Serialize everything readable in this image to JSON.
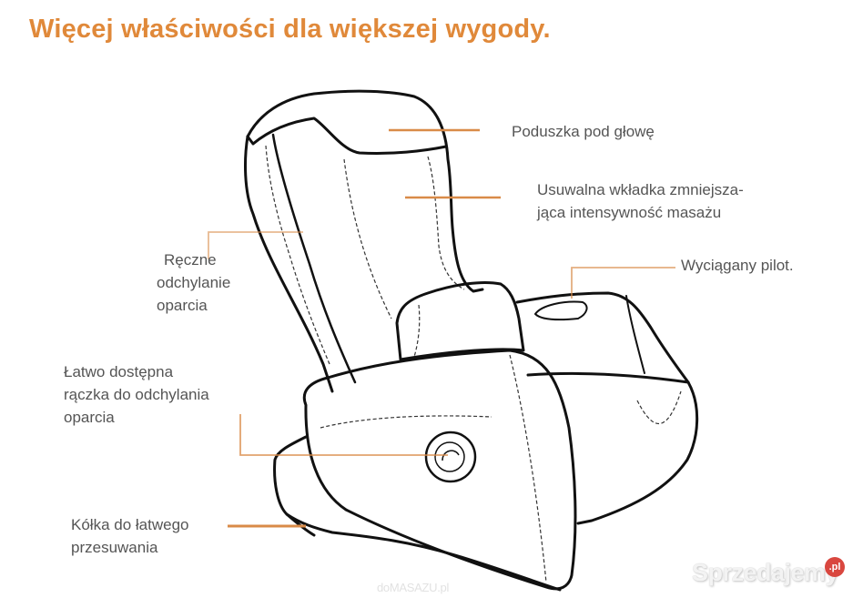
{
  "title": "Więcej właściwości dla większej wygody.",
  "accent_color": "#e0893a",
  "callout_color": "#d98b48",
  "illustration": "massage-chair-line-drawing",
  "callouts": [
    {
      "id": "headrest",
      "lines": [
        "Poduszka pod głowę"
      ]
    },
    {
      "id": "insert",
      "lines": [
        "Usuwalna wkładka zmniejsza-",
        "jąca intensywność masażu"
      ]
    },
    {
      "id": "remote",
      "lines": [
        "Wyciągany pilot."
      ]
    },
    {
      "id": "recline",
      "lines": [
        "Ręczne",
        "odchylanie",
        "oparcia"
      ]
    },
    {
      "id": "handle",
      "lines": [
        "Łatwo dostępna",
        "rączka do odchylania",
        "oparcia"
      ]
    },
    {
      "id": "wheels",
      "lines": [
        "Kółka do łatwego",
        "przesuwania"
      ]
    }
  ],
  "watermarks": {
    "source": "doMASAZU.pl",
    "site": "Sprzedajemy",
    "site_badge": ".pl"
  }
}
